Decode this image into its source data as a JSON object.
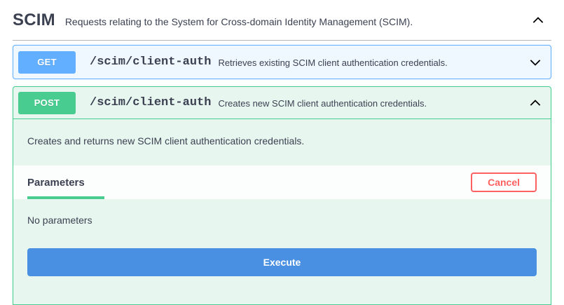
{
  "tag": {
    "title": "SCIM",
    "description": "Requests relating to the System for Cross-domain Identity Management (SCIM).",
    "toggle_icon": "chevron-up-icon",
    "expanded": true
  },
  "operations": [
    {
      "method": "GET",
      "path": "/scim/client-auth",
      "summary": "Retrieves existing SCIM client authentication credentials.",
      "toggle_icon": "chevron-down-icon",
      "expanded": false,
      "accent_color": "#61affe",
      "background_color": "#eff7ff"
    },
    {
      "method": "POST",
      "path": "/scim/client-auth",
      "summary": "Creates new SCIM client authentication credentials.",
      "toggle_icon": "chevron-up-icon",
      "expanded": true,
      "accent_color": "#49cc90",
      "background_color": "#e8f6f0",
      "description": "Creates and returns new SCIM client authentication credentials.",
      "tabs": [
        {
          "label": "Parameters",
          "active": true
        }
      ],
      "cancel_label": "Cancel",
      "cancel_color": "#ff6060",
      "parameters_empty_text": "No parameters",
      "execute_label": "Execute",
      "execute_color": "#4990e2"
    }
  ]
}
